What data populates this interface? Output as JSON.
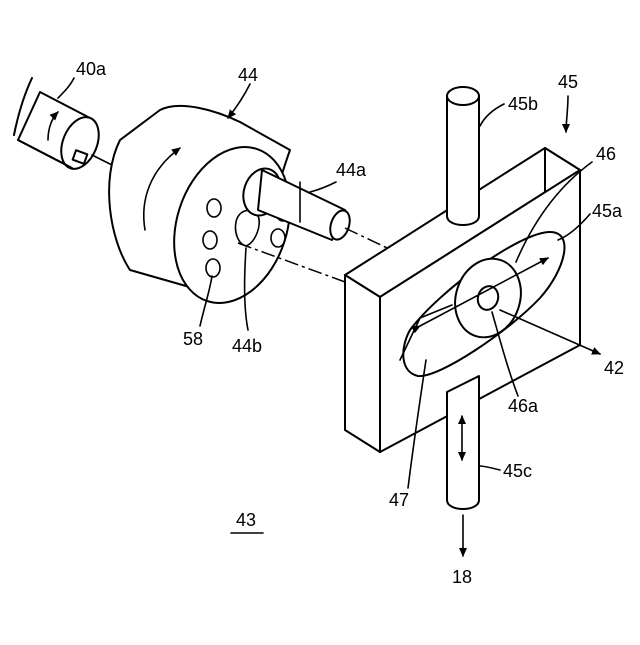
{
  "figure": {
    "labels": {
      "l40a": "40a",
      "l44": "44",
      "l44a": "44a",
      "l44b": "44b",
      "l58": "58",
      "l45": "45",
      "l45a": "45a",
      "l45b": "45b",
      "l45c": "45c",
      "l46": "46",
      "l46a": "46a",
      "l47": "47",
      "l42": "42",
      "l18": "18",
      "l43": "43"
    },
    "components": [
      {
        "ref": "40a",
        "name": "drive-motor",
        "icon": "motor-cylinder"
      },
      {
        "ref": "44",
        "name": "rotary-disc",
        "icon": "cylinder-disc"
      },
      {
        "ref": "44a",
        "name": "shaft",
        "icon": "shaft"
      },
      {
        "ref": "44b",
        "name": "cam-hole",
        "icon": "hole"
      },
      {
        "ref": "58",
        "name": "perforation-holes",
        "icon": "holes"
      },
      {
        "ref": "45",
        "name": "slide-block",
        "icon": "block"
      },
      {
        "ref": "45a",
        "name": "elongated-slot",
        "icon": "slot"
      },
      {
        "ref": "45b",
        "name": "upper-rod",
        "icon": "rod"
      },
      {
        "ref": "45c",
        "name": "lower-rod",
        "icon": "rod"
      },
      {
        "ref": "46",
        "name": "cam-roller",
        "icon": "roller"
      },
      {
        "ref": "46a",
        "name": "roller-bore",
        "icon": "bore"
      },
      {
        "ref": "47",
        "name": "slot-wall",
        "icon": "wall"
      },
      {
        "ref": "42",
        "name": "axis-line",
        "icon": "arrow"
      },
      {
        "ref": "18",
        "name": "output-direction",
        "icon": "arrow"
      }
    ]
  }
}
